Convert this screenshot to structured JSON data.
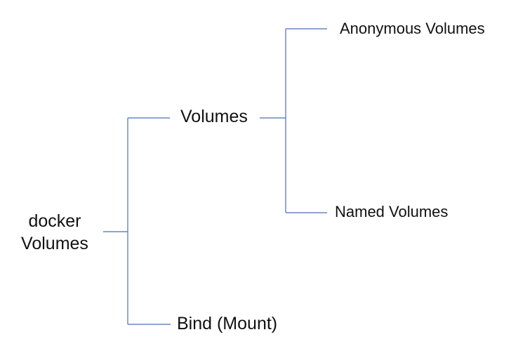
{
  "diagram": {
    "root": {
      "label_line1": "docker",
      "label_line2": "Volumes"
    },
    "branches": {
      "volumes": "Volumes",
      "bind_mount": "Bind (Mount)",
      "anonymous_volumes": "Anonymous Volumes",
      "named_volumes": "Named Volumes"
    },
    "connector_color": "#4a6fb5"
  }
}
